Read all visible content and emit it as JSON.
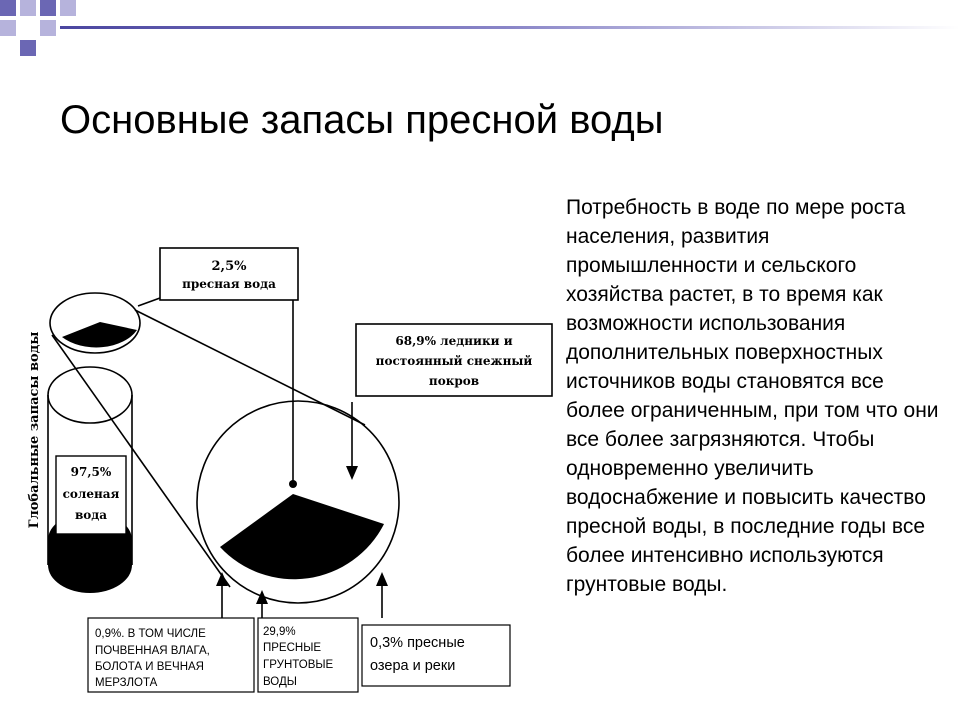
{
  "slide": {
    "title": "Основные запасы пресной воды",
    "body": "Потребность в воде по мере роста населения, развития промышленности и сельского хозяйства растет, в то время как возможности использования дополнительных поверхностных источников воды становятся все более ограниченным, при том что они все более загрязняются. Чтобы одновременно увеличить водоснабжение и повысить качество пресной воды, в последние годы все более интенсивно используются грунтовые воды."
  },
  "diagram": {
    "axis_label": "Глобальные запасы воды",
    "salt_water": {
      "percent": "97,5%",
      "line1": "соленая",
      "line2": "вода"
    },
    "fresh_water": {
      "percent": "2,5%",
      "label": "пресная вода"
    },
    "glaciers": {
      "line1": "68,9% ледники и",
      "line2": "постоянный снежный",
      "line3": "покров"
    },
    "soil_moisture": {
      "line1": "0,9%. В ТОМ ЧИСЛЕ",
      "line2": "ПОЧВЕННАЯ ВЛАГА,",
      "line3": "БОЛОТА И ВЕЧНАЯ",
      "line4": "МЕРЗЛОТА"
    },
    "groundwater": {
      "line1": "29,9%",
      "line2": "ПРЕСНЫЕ",
      "line3": "ГРУНТОВЫЕ",
      "line4": "ВОДЫ"
    },
    "lakes_rivers": {
      "line1": "0,3% пресные",
      "line2": "озера и реки"
    }
  },
  "colors": {
    "deco_purple": "#6b67b4",
    "deco_light": "#b6b3dc",
    "ink": "#000000"
  }
}
